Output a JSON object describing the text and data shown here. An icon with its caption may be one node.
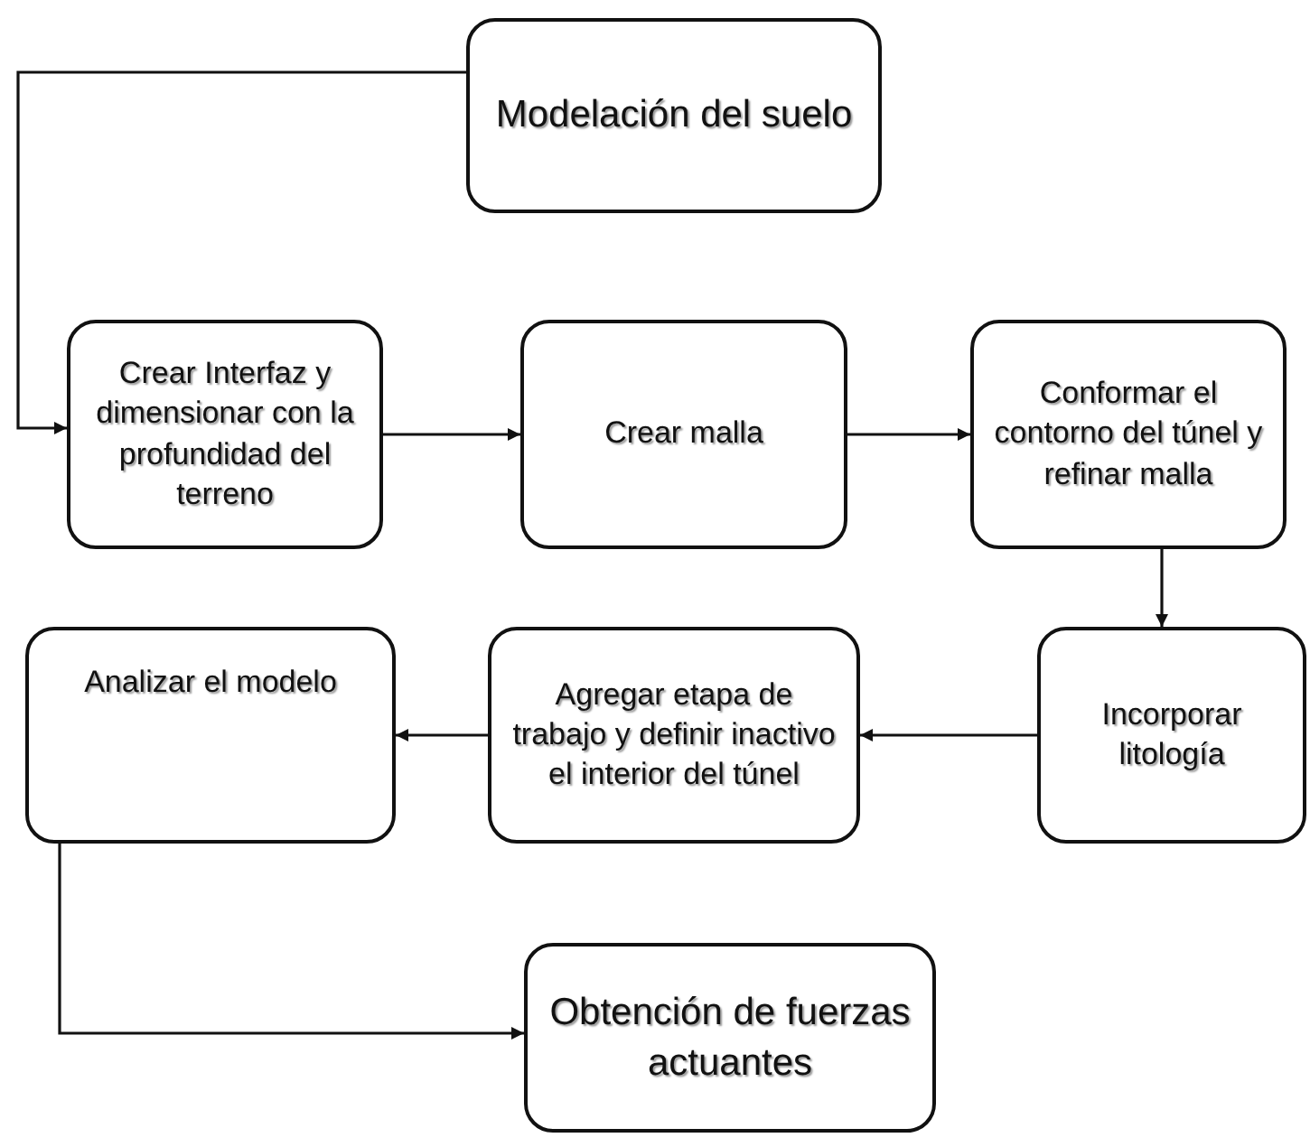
{
  "diagram": {
    "nodes": [
      {
        "text": [
          "Modelación del suelo"
        ]
      },
      {
        "text": [
          "Crear Interfaz y dimensionar con la profundidad del terreno"
        ]
      },
      {
        "text": [
          "Crear malla"
        ]
      },
      {
        "text": [
          "Conformar el contorno del túnel y refinar malla"
        ]
      },
      {
        "text": [
          "Incorporar litología"
        ]
      },
      {
        "text": [
          "Agregar etapa de trabajo y definir inactivo el interior del túnel"
        ]
      },
      {
        "text": [
          "Analizar el modelo"
        ]
      },
      {
        "text": [
          "Obtención de fuerzas actuantes"
        ]
      }
    ],
    "edges": [
      {
        "from": 0,
        "to": 1,
        "arrow": "to"
      },
      {
        "from": 1,
        "to": 2,
        "arrow": "to"
      },
      {
        "from": 2,
        "to": 3,
        "arrow": "to"
      },
      {
        "from": 3,
        "to": 4,
        "arrow": "to"
      },
      {
        "from": 4,
        "to": 5,
        "arrow": "to"
      },
      {
        "from": 5,
        "to": 6,
        "arrow": "to"
      },
      {
        "from": 6,
        "to": 7,
        "arrow": "to"
      }
    ]
  }
}
